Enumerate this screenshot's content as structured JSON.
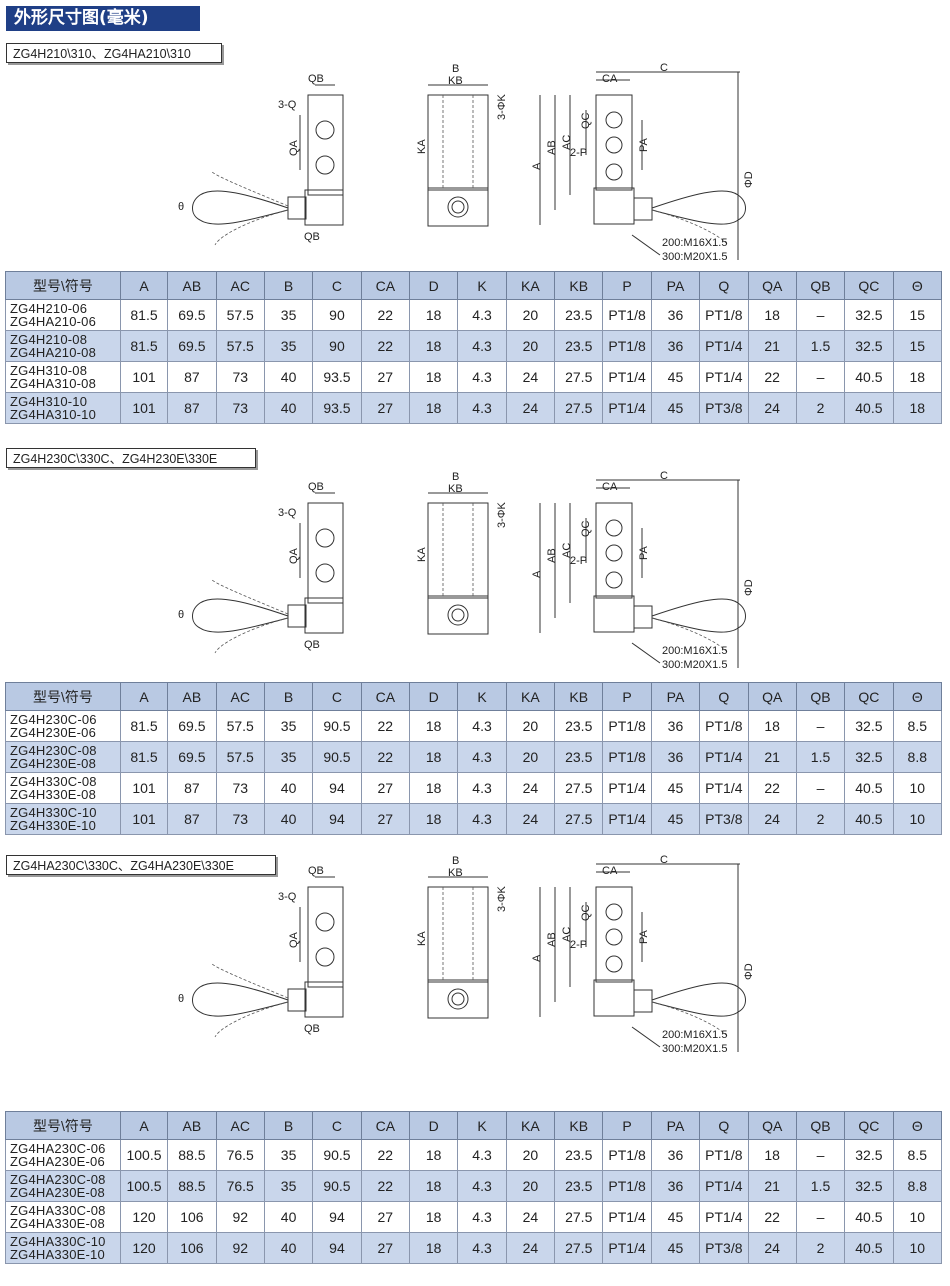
{
  "title": "外形尺寸图(毫米)",
  "drawing_labels": {
    "QB": "QB",
    "Q3": "3-Q",
    "QA": "QA",
    "theta": "θ",
    "B": "B",
    "KB": "KB",
    "K3": "3-ΦK",
    "KA": "KA",
    "CA": "CA",
    "C": "C",
    "A": "A",
    "AB": "AB",
    "AC": "AC",
    "QC": "QC",
    "P2": "2-P",
    "PA": "PA",
    "D": "ΦD",
    "thread1": "200:M16X1.5",
    "thread2": "300:M20X1.5"
  },
  "columns": [
    "型号\\符号",
    "A",
    "AB",
    "AC",
    "B",
    "C",
    "CA",
    "D",
    "K",
    "KA",
    "KB",
    "P",
    "PA",
    "Q",
    "QA",
    "QB",
    "QC",
    "Θ"
  ],
  "sections": [
    {
      "label": "ZG4H210\\310、ZG4HA210\\310",
      "rows": [
        {
          "m1": "ZG4H210-06",
          "m2": "ZG4HA210-06",
          "v": [
            "81.5",
            "69.5",
            "57.5",
            "35",
            "90",
            "22",
            "18",
            "4.3",
            "20",
            "23.5",
            "PT1/8",
            "36",
            "PT1/8",
            "18",
            "–",
            "32.5",
            "15"
          ]
        },
        {
          "m1": "ZG4H210-08",
          "m2": "ZG4HA210-08",
          "v": [
            "81.5",
            "69.5",
            "57.5",
            "35",
            "90",
            "22",
            "18",
            "4.3",
            "20",
            "23.5",
            "PT1/8",
            "36",
            "PT1/4",
            "21",
            "1.5",
            "32.5",
            "15"
          ]
        },
        {
          "m1": "ZG4H310-08",
          "m2": "ZG4HA310-08",
          "v": [
            "101",
            "87",
            "73",
            "40",
            "93.5",
            "27",
            "18",
            "4.3",
            "24",
            "27.5",
            "PT1/4",
            "45",
            "PT1/4",
            "22",
            "–",
            "40.5",
            "18"
          ]
        },
        {
          "m1": "ZG4H310-10",
          "m2": "ZG4HA310-10",
          "v": [
            "101",
            "87",
            "73",
            "40",
            "93.5",
            "27",
            "18",
            "4.3",
            "24",
            "27.5",
            "PT1/4",
            "45",
            "PT3/8",
            "24",
            "2",
            "40.5",
            "18"
          ]
        }
      ]
    },
    {
      "label": "ZG4H230C\\330C、ZG4H230E\\330E",
      "rows": [
        {
          "m1": "ZG4H230C-06",
          "m2": "ZG4H230E-06",
          "v": [
            "81.5",
            "69.5",
            "57.5",
            "35",
            "90.5",
            "22",
            "18",
            "4.3",
            "20",
            "23.5",
            "PT1/8",
            "36",
            "PT1/8",
            "18",
            "–",
            "32.5",
            "8.5"
          ]
        },
        {
          "m1": "ZG4H230C-08",
          "m2": "ZG4H230E-08",
          "v": [
            "81.5",
            "69.5",
            "57.5",
            "35",
            "90.5",
            "22",
            "18",
            "4.3",
            "20",
            "23.5",
            "PT1/8",
            "36",
            "PT1/4",
            "21",
            "1.5",
            "32.5",
            "8.8"
          ]
        },
        {
          "m1": "ZG4H330C-08",
          "m2": "ZG4H330E-08",
          "v": [
            "101",
            "87",
            "73",
            "40",
            "94",
            "27",
            "18",
            "4.3",
            "24",
            "27.5",
            "PT1/4",
            "45",
            "PT1/4",
            "22",
            "–",
            "40.5",
            "10"
          ]
        },
        {
          "m1": "ZG4H330C-10",
          "m2": "ZG4H330E-10",
          "v": [
            "101",
            "87",
            "73",
            "40",
            "94",
            "27",
            "18",
            "4.3",
            "24",
            "27.5",
            "PT1/4",
            "45",
            "PT3/8",
            "24",
            "2",
            "40.5",
            "10"
          ]
        }
      ]
    },
    {
      "label": "ZG4HA230C\\330C、ZG4HA230E\\330E",
      "rows": [
        {
          "m1": "ZG4HA230C-06",
          "m2": "ZG4HA230E-06",
          "v": [
            "100.5",
            "88.5",
            "76.5",
            "35",
            "90.5",
            "22",
            "18",
            "4.3",
            "20",
            "23.5",
            "PT1/8",
            "36",
            "PT1/8",
            "18",
            "–",
            "32.5",
            "8.5"
          ]
        },
        {
          "m1": "ZG4HA230C-08",
          "m2": "ZG4HA230E-08",
          "v": [
            "100.5",
            "88.5",
            "76.5",
            "35",
            "90.5",
            "22",
            "18",
            "4.3",
            "20",
            "23.5",
            "PT1/8",
            "36",
            "PT1/4",
            "21",
            "1.5",
            "32.5",
            "8.8"
          ]
        },
        {
          "m1": "ZG4HA330C-08",
          "m2": "ZG4HA330E-08",
          "v": [
            "120",
            "106",
            "92",
            "40",
            "94",
            "27",
            "18",
            "4.3",
            "24",
            "27.5",
            "PT1/4",
            "45",
            "PT1/4",
            "22",
            "–",
            "40.5",
            "10"
          ]
        },
        {
          "m1": "ZG4HA330C-10",
          "m2": "ZG4HA330E-10",
          "v": [
            "120",
            "106",
            "92",
            "40",
            "94",
            "27",
            "18",
            "4.3",
            "24",
            "27.5",
            "PT1/4",
            "45",
            "PT3/8",
            "24",
            "2",
            "40.5",
            "10"
          ]
        }
      ]
    }
  ]
}
